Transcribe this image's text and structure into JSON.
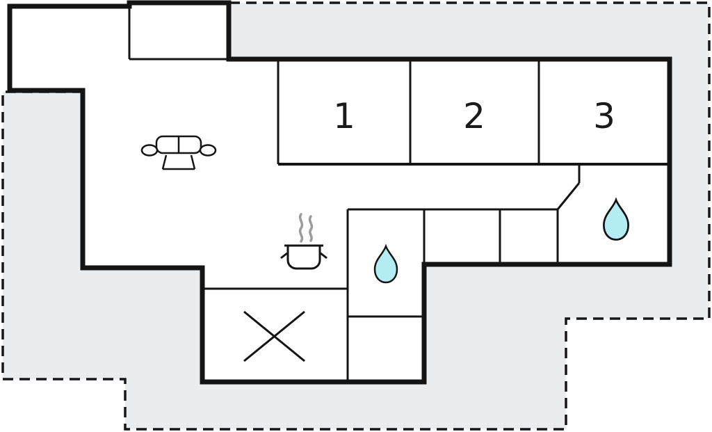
{
  "floorplan": {
    "type": "holiday-home-floor-plan",
    "rooms": [
      {
        "id": "bedroom-1",
        "label": "1"
      },
      {
        "id": "bedroom-2",
        "label": "2"
      },
      {
        "id": "bedroom-3",
        "label": "3"
      }
    ],
    "features": [
      {
        "name": "sofa-icon",
        "area": "living-area"
      },
      {
        "name": "stove-pot-icon",
        "area": "kitchen"
      },
      {
        "name": "water-drop-icon",
        "area": "bath-1"
      },
      {
        "name": "water-drop-icon",
        "area": "bath-2"
      },
      {
        "name": "cross-icon",
        "area": "storage"
      }
    ],
    "colors": {
      "wall": "#141414",
      "plot_fill": "#e9edef",
      "water_drop_fill": "#b4ecf4",
      "steam": "#9b9b9b",
      "background": "#ffffff"
    }
  }
}
